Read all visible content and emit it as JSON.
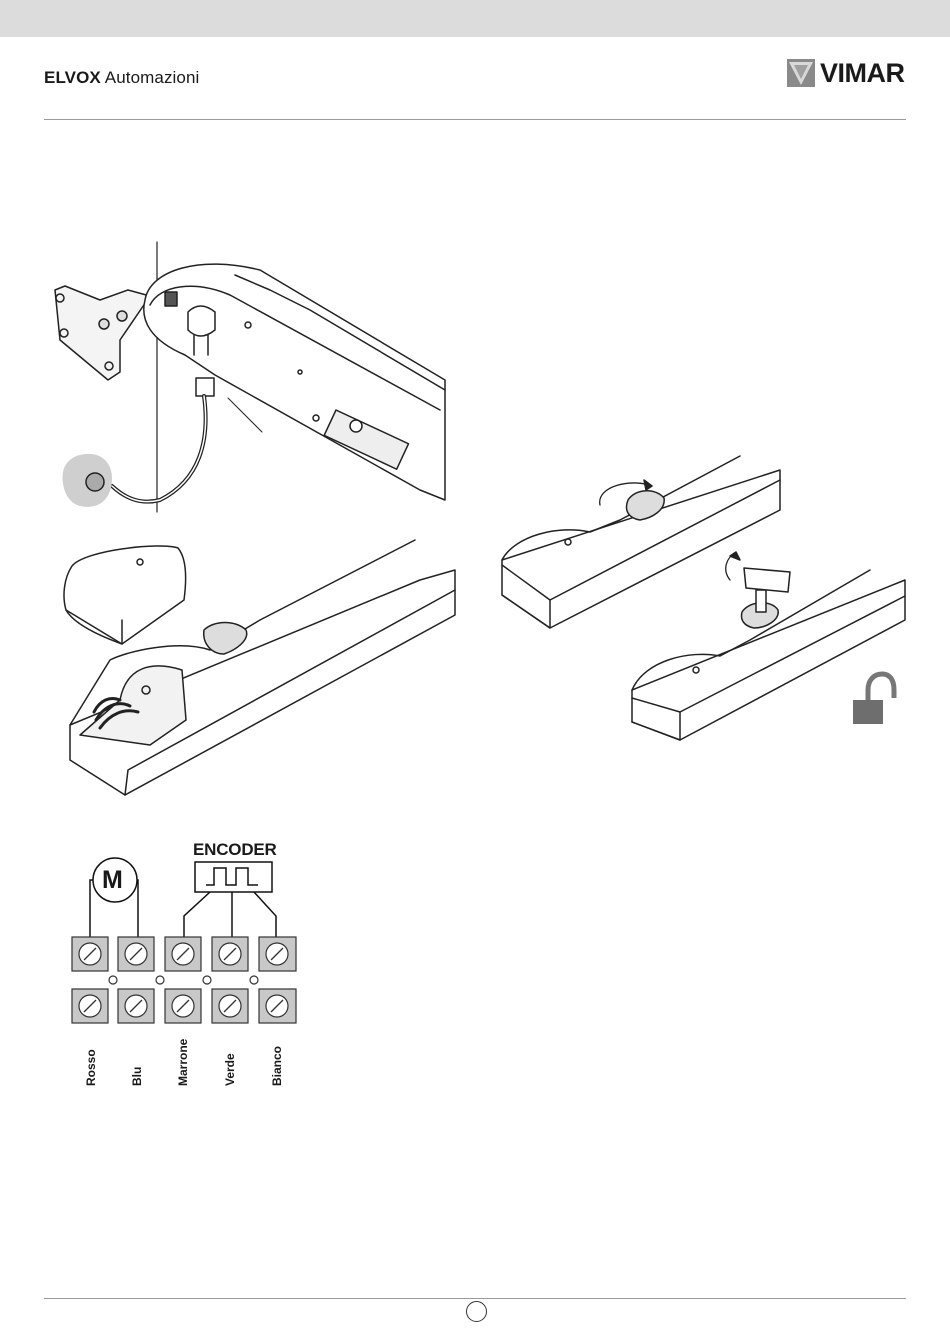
{
  "header": {
    "brand_bold": "ELVOX",
    "brand_light": "Automazioni",
    "logo_text": "VIMAR"
  },
  "wiring": {
    "encoder_label": "ENCODER",
    "motor_label": "M",
    "wire_colors": [
      "Rosso",
      "Blu",
      "Marrone",
      "Verde",
      "Bianco"
    ]
  },
  "icons": [
    "vimar-logo-icon",
    "padlock-open-icon",
    "rotate-arrow-icon",
    "key-icon"
  ],
  "colors": {
    "top_band": "#dcdcdc",
    "rule": "#9a9a9a",
    "terminal": "#c8c8c8"
  }
}
